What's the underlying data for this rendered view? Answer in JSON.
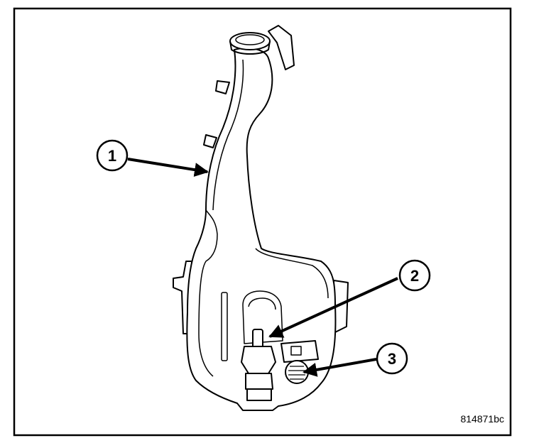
{
  "figure": {
    "code": "814871bc",
    "callouts": [
      {
        "id": "1",
        "label": "1"
      },
      {
        "id": "2",
        "label": "2"
      },
      {
        "id": "3",
        "label": "3"
      }
    ]
  },
  "colors": {
    "ink": "#000000",
    "paper": "#ffffff"
  }
}
